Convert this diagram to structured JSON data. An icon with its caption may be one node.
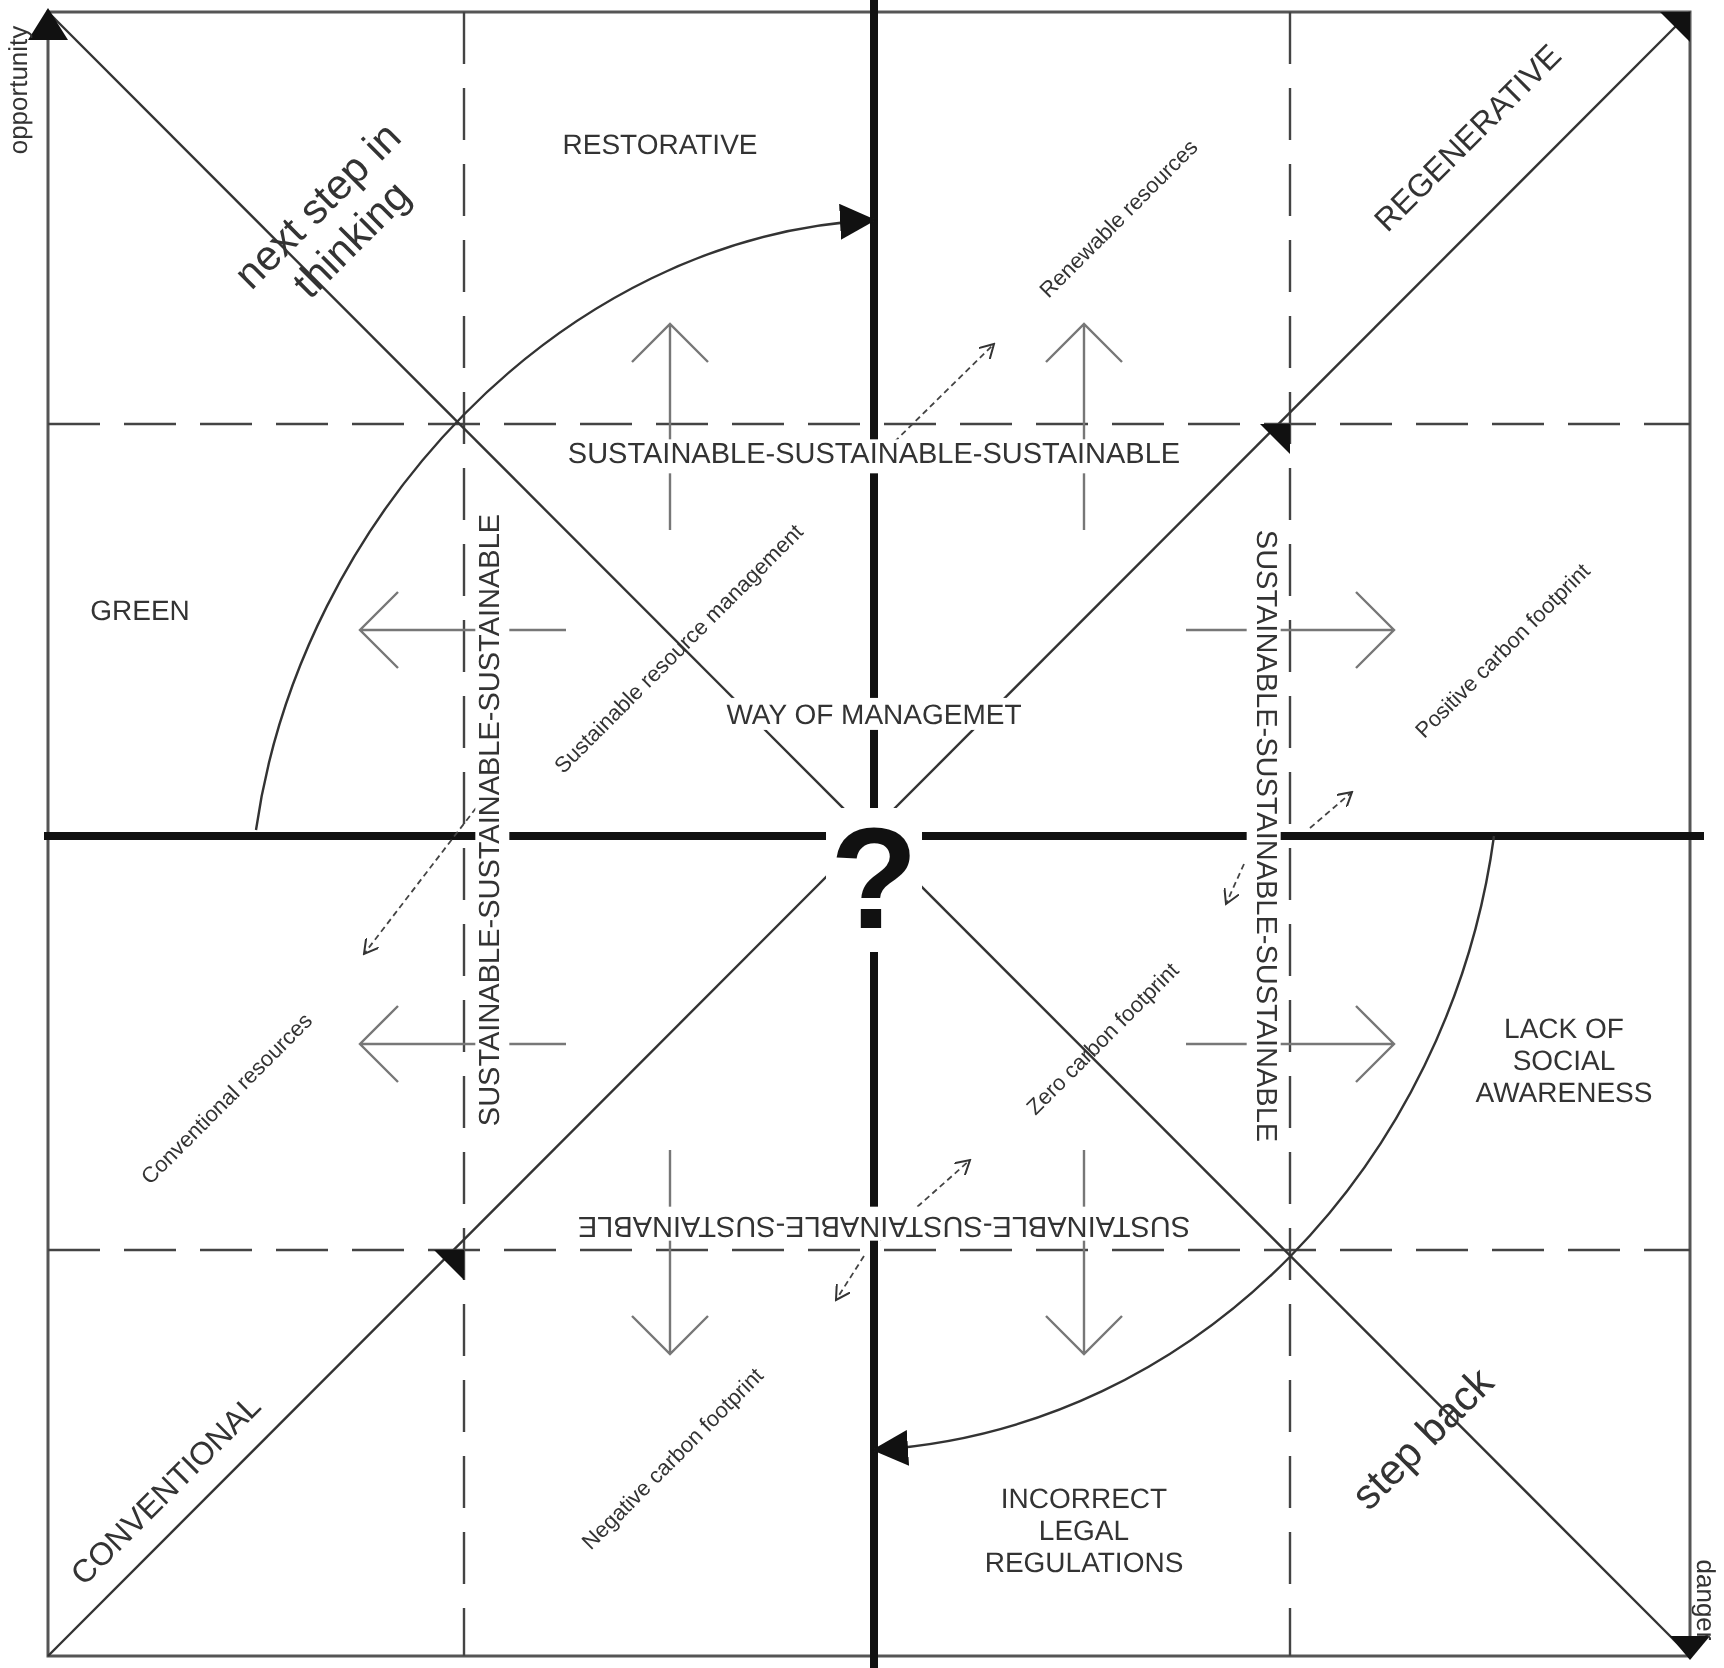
{
  "diagram": {
    "labels": [
      "opportunity",
      "RESTORATIVE",
      "next step in thinking",
      "REGENERATIVE",
      "Renewable resources",
      "SUSTAINABLE-SUSTAINABLE-SUSTAINABLE",
      "GREEN",
      "SUSTAINABLE-SUSTAINABLE-SUSTAINABLE",
      "Sustainable resource management",
      "WAY OF MANAGEMET",
      "SUSTAINABLE-SUSTAINABLE-SUSTAINABLE",
      "Positive carbon footprint",
      "?",
      "Conventional resources",
      "LACK OF SOCIAL AWARENESS",
      "Zero carbon footprint",
      "SUSTAINABLE-SUSTAINABLE-SUSTAINABLE",
      "CONVENTIONAL",
      "Negative carbon footprint",
      "INCORRECT LEGAL REGULATIONS",
      "step back",
      "danger"
    ]
  }
}
